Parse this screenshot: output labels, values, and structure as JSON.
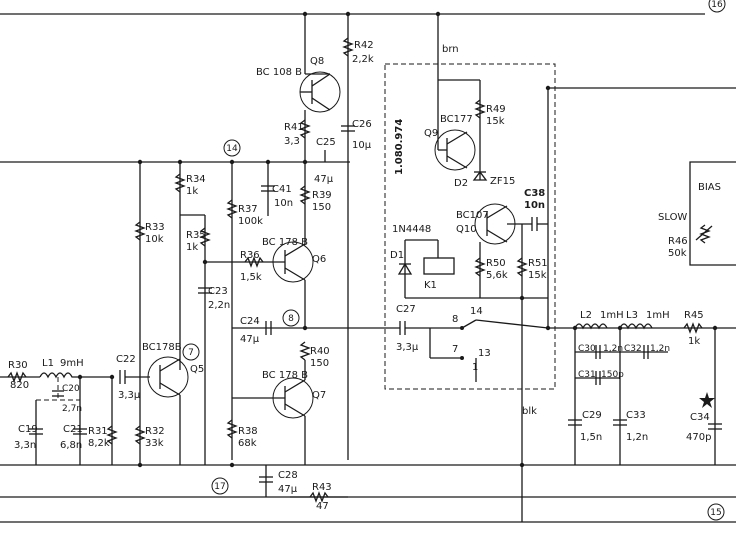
{
  "nodes": {
    "n16": "16",
    "n14": "14",
    "n8": "8",
    "n7": "7",
    "n17": "17",
    "n15": "15"
  },
  "wires": {
    "brn": "brn",
    "blk": "blk"
  },
  "module_no": "1.080.974",
  "transistors": {
    "q8": {
      "type": "BC 108 B",
      "ref": "Q8"
    },
    "q6": {
      "type": "BC 178 B",
      "ref": "Q6"
    },
    "q7": {
      "type": "BC 178 B",
      "ref": "Q7"
    },
    "q5": {
      "type": "BC178B",
      "ref": "Q5"
    },
    "q9": {
      "type": "BC177",
      "ref": "Q9"
    },
    "q10": {
      "type": "BC107",
      "ref": "Q10"
    }
  },
  "resistors": {
    "r42": {
      "ref": "R42",
      "val": "2,2k"
    },
    "r41": {
      "ref": "R41",
      "val": "3,3"
    },
    "r39": {
      "ref": "R39",
      "val": "150"
    },
    "r37": {
      "ref": "R37",
      "val": "100k"
    },
    "r34": {
      "ref": "R34",
      "val": "1k"
    },
    "r33": {
      "ref": "R33",
      "val": "10k"
    },
    "r35": {
      "ref": "R35",
      "val": "1k"
    },
    "r36": {
      "ref": "R36",
      "val": "1,5k"
    },
    "r40": {
      "ref": "R40",
      "val": "150"
    },
    "r38": {
      "ref": "R38",
      "val": "68k"
    },
    "r43": {
      "ref": "R43",
      "val": "47"
    },
    "r30": {
      "ref": "R30",
      "val": "820"
    },
    "r31": {
      "ref": "R31",
      "val": "8,2k"
    },
    "r32": {
      "ref": "R32",
      "val": "33k"
    },
    "r49": {
      "ref": "R49",
      "val": "15k"
    },
    "r50": {
      "ref": "R50",
      "val": "5,6k"
    },
    "r51": {
      "ref": "R51",
      "val": "15k"
    },
    "r45": {
      "ref": "R45",
      "val": "1k"
    },
    "r46": {
      "ref": "R46",
      "val": "50k"
    }
  },
  "capacitors": {
    "c26": {
      "ref": "C26",
      "val": "10µ"
    },
    "c25": {
      "ref": "C25",
      "val": "47µ"
    },
    "c41": {
      "ref": "C41",
      "val": "10n"
    },
    "c23": {
      "ref": "C23",
      "val": "2,2n"
    },
    "c24": {
      "ref": "C24",
      "val": "47µ"
    },
    "c28": {
      "ref": "C28",
      "val": "47µ"
    },
    "c22": {
      "ref": "C22",
      "val": "3,3µ"
    },
    "c20": {
      "ref": "C20",
      "val": "2,7n"
    },
    "c19": {
      "ref": "C19",
      "val": "3,3n"
    },
    "c21": {
      "ref": "C21",
      "val": "6,8n"
    },
    "c27": {
      "ref": "C27",
      "val": "3,3µ"
    },
    "c38": {
      "ref": "C38",
      "val": "10n"
    },
    "c30": {
      "ref": "C30",
      "val": "1,2n"
    },
    "c32": {
      "ref": "C32",
      "val": "1,2n"
    },
    "c31": {
      "ref": "C31",
      "val": "150p"
    },
    "c29": {
      "ref": "C29",
      "val": "1,5n"
    },
    "c33": {
      "ref": "C33",
      "val": "1,2n"
    },
    "c34": {
      "ref": "C34",
      "val": "470p"
    }
  },
  "inductors": {
    "l1": {
      "ref": "L1",
      "val": "9mH"
    },
    "l2": {
      "ref": "L2",
      "val": "1mH"
    },
    "l3": {
      "ref": "L3",
      "val": "1mH"
    }
  },
  "diodes": {
    "d1": {
      "type": "1N4448",
      "ref": "D1"
    },
    "d2": {
      "ref": "D2",
      "type": "ZF15"
    }
  },
  "relay": {
    "ref": "K1",
    "pins": [
      "8",
      "14",
      "7",
      "13",
      "1"
    ]
  },
  "bias": {
    "label": "BIAS",
    "slow": "SLOW"
  }
}
